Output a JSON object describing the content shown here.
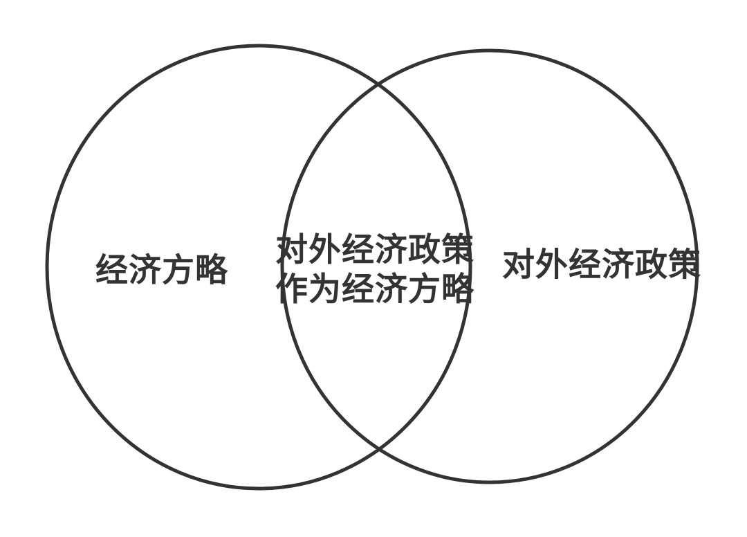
{
  "diagram": {
    "type": "venn",
    "left_set": {
      "label": "经济方略"
    },
    "right_set": {
      "label": "对外经济政策"
    },
    "intersection": {
      "label_line1": "对外经济政策",
      "label_line2": "作为经济方略"
    },
    "colors": {
      "circle_stroke": "#333333",
      "text": "#333333",
      "background": "#ffffff"
    }
  }
}
